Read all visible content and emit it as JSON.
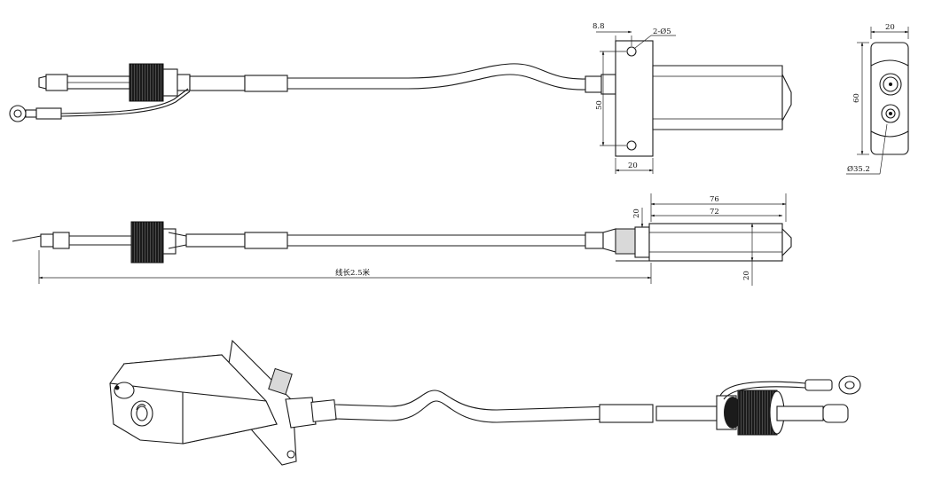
{
  "drawing": {
    "top_view": {
      "dim_hole_offset": "8.8",
      "dim_holes": "2-Ø5",
      "dim_flange_height": "50",
      "dim_flange_width": "20"
    },
    "end_view": {
      "dim_width": "20",
      "dim_height": "60",
      "dim_lens": "Ø35.2"
    },
    "side_view": {
      "dim_body_length": "76",
      "dim_body_inner": "72",
      "dim_flange_thk": "20",
      "dim_body_height": "20",
      "dim_cable_length": "线长2.5米"
    }
  }
}
